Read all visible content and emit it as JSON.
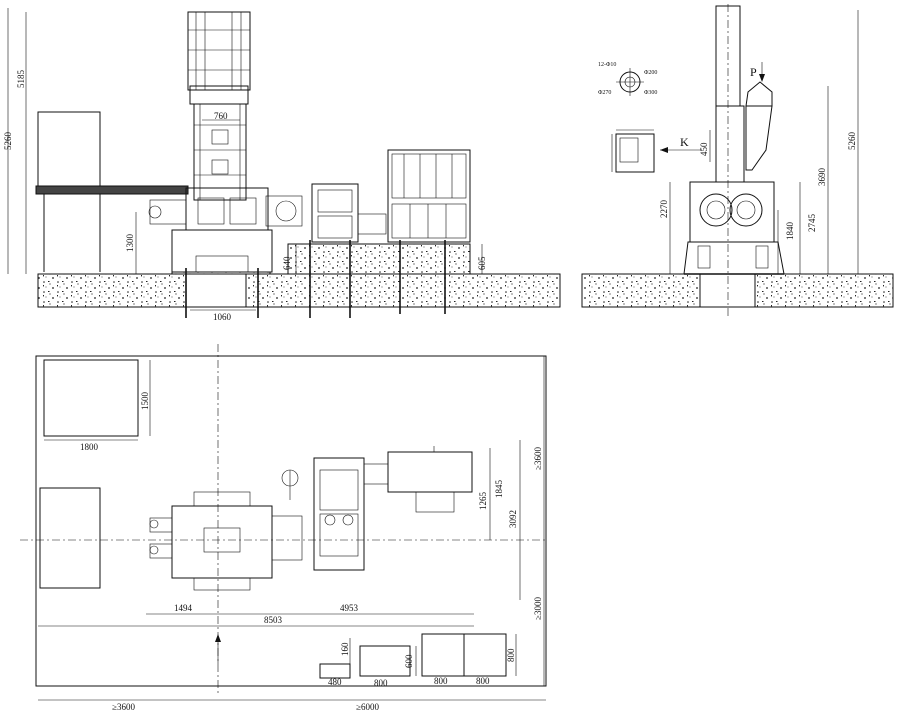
{
  "front_view": {
    "dims": {
      "overall_height": "5260",
      "frame_height": "5185",
      "cylinder_width": "760",
      "shaft_height": "1300",
      "base_width": "1060",
      "motor_base": "640",
      "motor_foot": "605"
    }
  },
  "side_view": {
    "dims": {
      "overall_height": "5260",
      "top_height": "3690",
      "roll_top": "2745",
      "roll_center": "2270",
      "roll_mid": "1840",
      "hopper_offset": "450"
    },
    "labels": {
      "force": "P",
      "view": "K"
    },
    "flange": {
      "bolts": "12-Φ10",
      "d1": "Φ200",
      "d2": "Φ270",
      "d3": "Φ300"
    }
  },
  "plan_view": {
    "dims": {
      "room_w": "1800",
      "room_h": "1500",
      "left_ext": "1494",
      "right_ext": "4953",
      "total": "8503",
      "motor_h1": "1265",
      "motor_h2": "1845",
      "motor_h3": "3092",
      "clear_top": "≥3600",
      "clear_bottom": "≥3000",
      "clear_left": "≥3600",
      "clear_right": "≥6000"
    },
    "parts": {
      "p1_w": "480",
      "p1_h": "160",
      "p2_w": "800",
      "p2_h": "600",
      "p3_w1": "800",
      "p3_w2": "800",
      "p3_h": "800"
    }
  }
}
